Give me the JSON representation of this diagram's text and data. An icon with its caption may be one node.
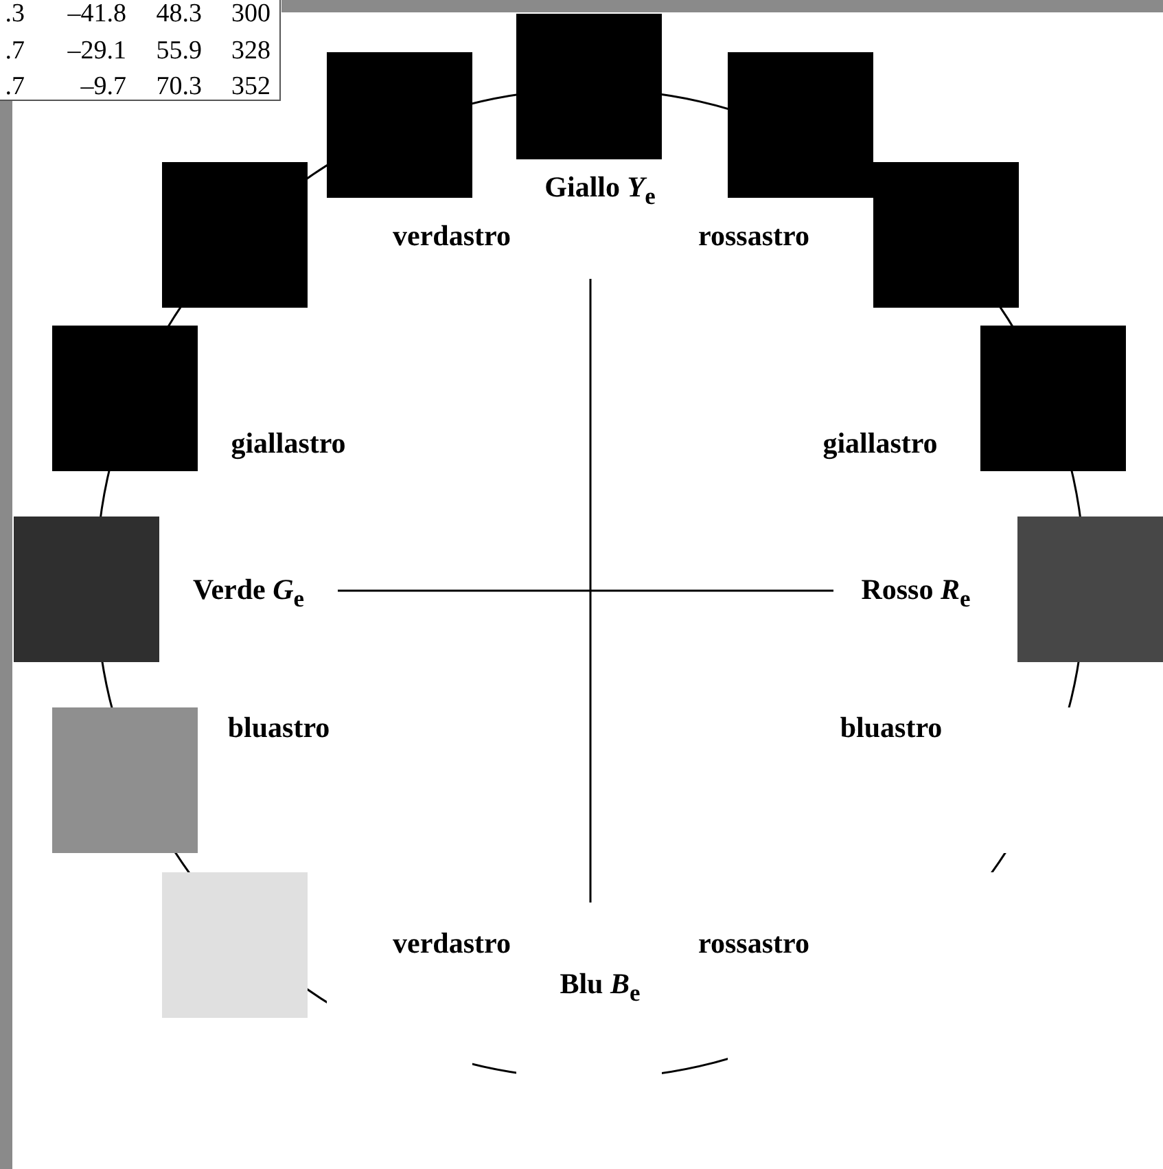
{
  "diagram": {
    "nodes": [
      {
        "text": [],
        "shape": "box"
      },
      {
        "text": [],
        "shape": "box"
      },
      {
        "text": [],
        "shape": "box"
      },
      {
        "text": [],
        "shape": "box"
      },
      {
        "text": [],
        "shape": "box"
      },
      {
        "text": [],
        "shape": "box"
      },
      {
        "text": [],
        "shape": "box"
      },
      {
        "text": [],
        "shape": "box"
      },
      {
        "text": [],
        "shape": "box"
      },
      {
        "text": [],
        "shape": "box"
      },
      {
        "text": [],
        "shape": "box"
      }
    ],
    "labels": [
      ".3",
      "–41.8",
      "48.3",
      "300",
      ".7",
      "–29.1",
      "55.9",
      "328",
      ".7",
      "–9.7",
      "70.3",
      "352",
      "Giallo *Y*$_{e}$",
      "verdastro",
      "rossastro",
      "giallastro",
      "giallastro",
      "Verde *G*$_{e}$",
      "Rosso *R*$_{e}$",
      "bluastro",
      "bluastro",
      "verdastro",
      "rossastro",
      "Blu *B*$_{e}$"
    ]
  }
}
